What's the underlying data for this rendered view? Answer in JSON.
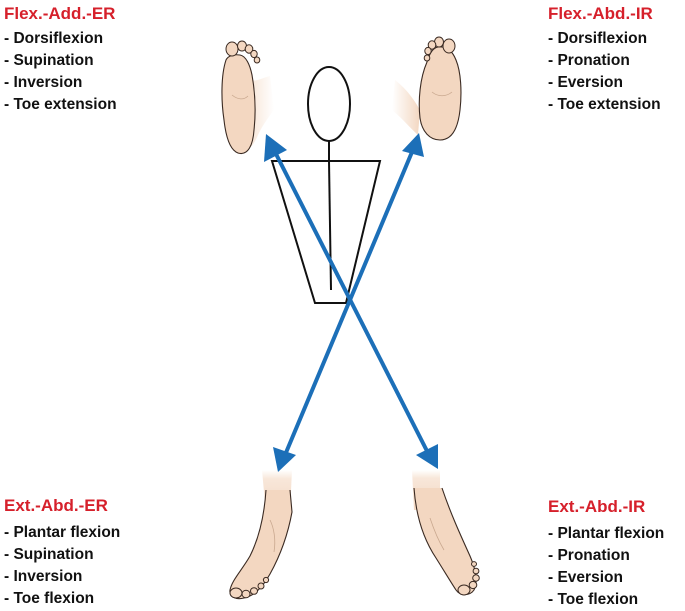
{
  "quadrants": {
    "top_left": {
      "title": "Flex.-Add.-ER",
      "items": [
        "Dorsiflexion",
        "Supination",
        "Inversion",
        "Toe extension"
      ]
    },
    "top_right": {
      "title": "Flex.-Abd.-IR",
      "items": [
        "Dorsiflexion",
        "Pronation",
        "Eversion",
        "Toe extension"
      ]
    },
    "bottom_left": {
      "title": "Ext.-Abd.-ER",
      "items": [
        "Plantar flexion",
        "Supination",
        "Inversion",
        "Toe flexion"
      ]
    },
    "bottom_right": {
      "title": "Ext.-Abd.-IR",
      "items": [
        "Plantar flexion",
        "Pronation",
        "Eversion",
        "Toe flexion"
      ]
    }
  },
  "colors": {
    "title_red": "#d6202b",
    "arrow_blue": "#1c6fb8",
    "text_black": "#111111",
    "skin": "#f3d7c1",
    "skin_outline": "#3a2a22"
  },
  "icons": [
    "foot-dorsiflexion-supination",
    "foot-dorsiflexion-pronation",
    "foot-plantar-flexion-inversion",
    "foot-plantar-flexion-eversion",
    "stick-figure",
    "diagonal-arrow"
  ]
}
